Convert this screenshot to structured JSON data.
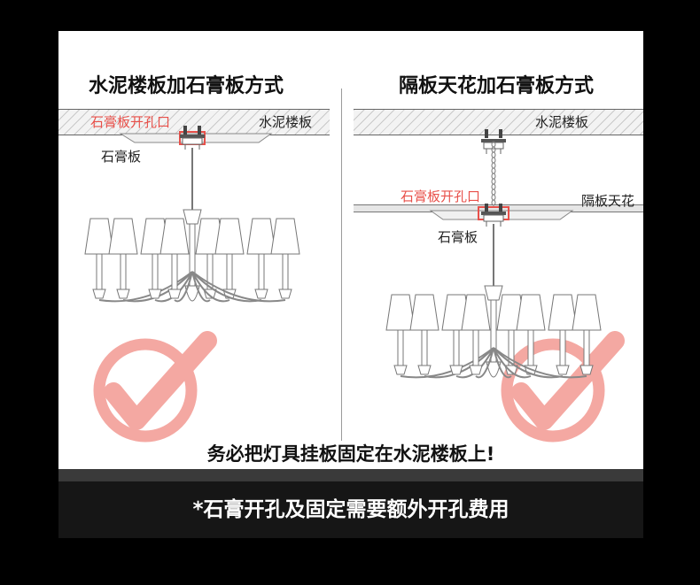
{
  "left": {
    "title": "水泥楼板加石膏板方式",
    "slab_label": "水泥楼板",
    "hole_label": "石膏板开孔口",
    "board_label": "石膏板"
  },
  "right": {
    "title": "隔板天花加石膏板方式",
    "slab_label": "水泥楼板",
    "partition_label": "隔板天花",
    "hole_label": "石膏板开孔口",
    "board_label": "石膏板"
  },
  "note": "务必把灯具挂板固定在水泥楼板上!",
  "banner": "*石膏开孔及固定需要额外开孔费用",
  "colors": {
    "accent_red": "#e8504a",
    "check_fill": "#f4a8a2",
    "bar_bg": "#161616"
  },
  "icons": [
    "check-mark-icon",
    "chandelier-icon"
  ]
}
